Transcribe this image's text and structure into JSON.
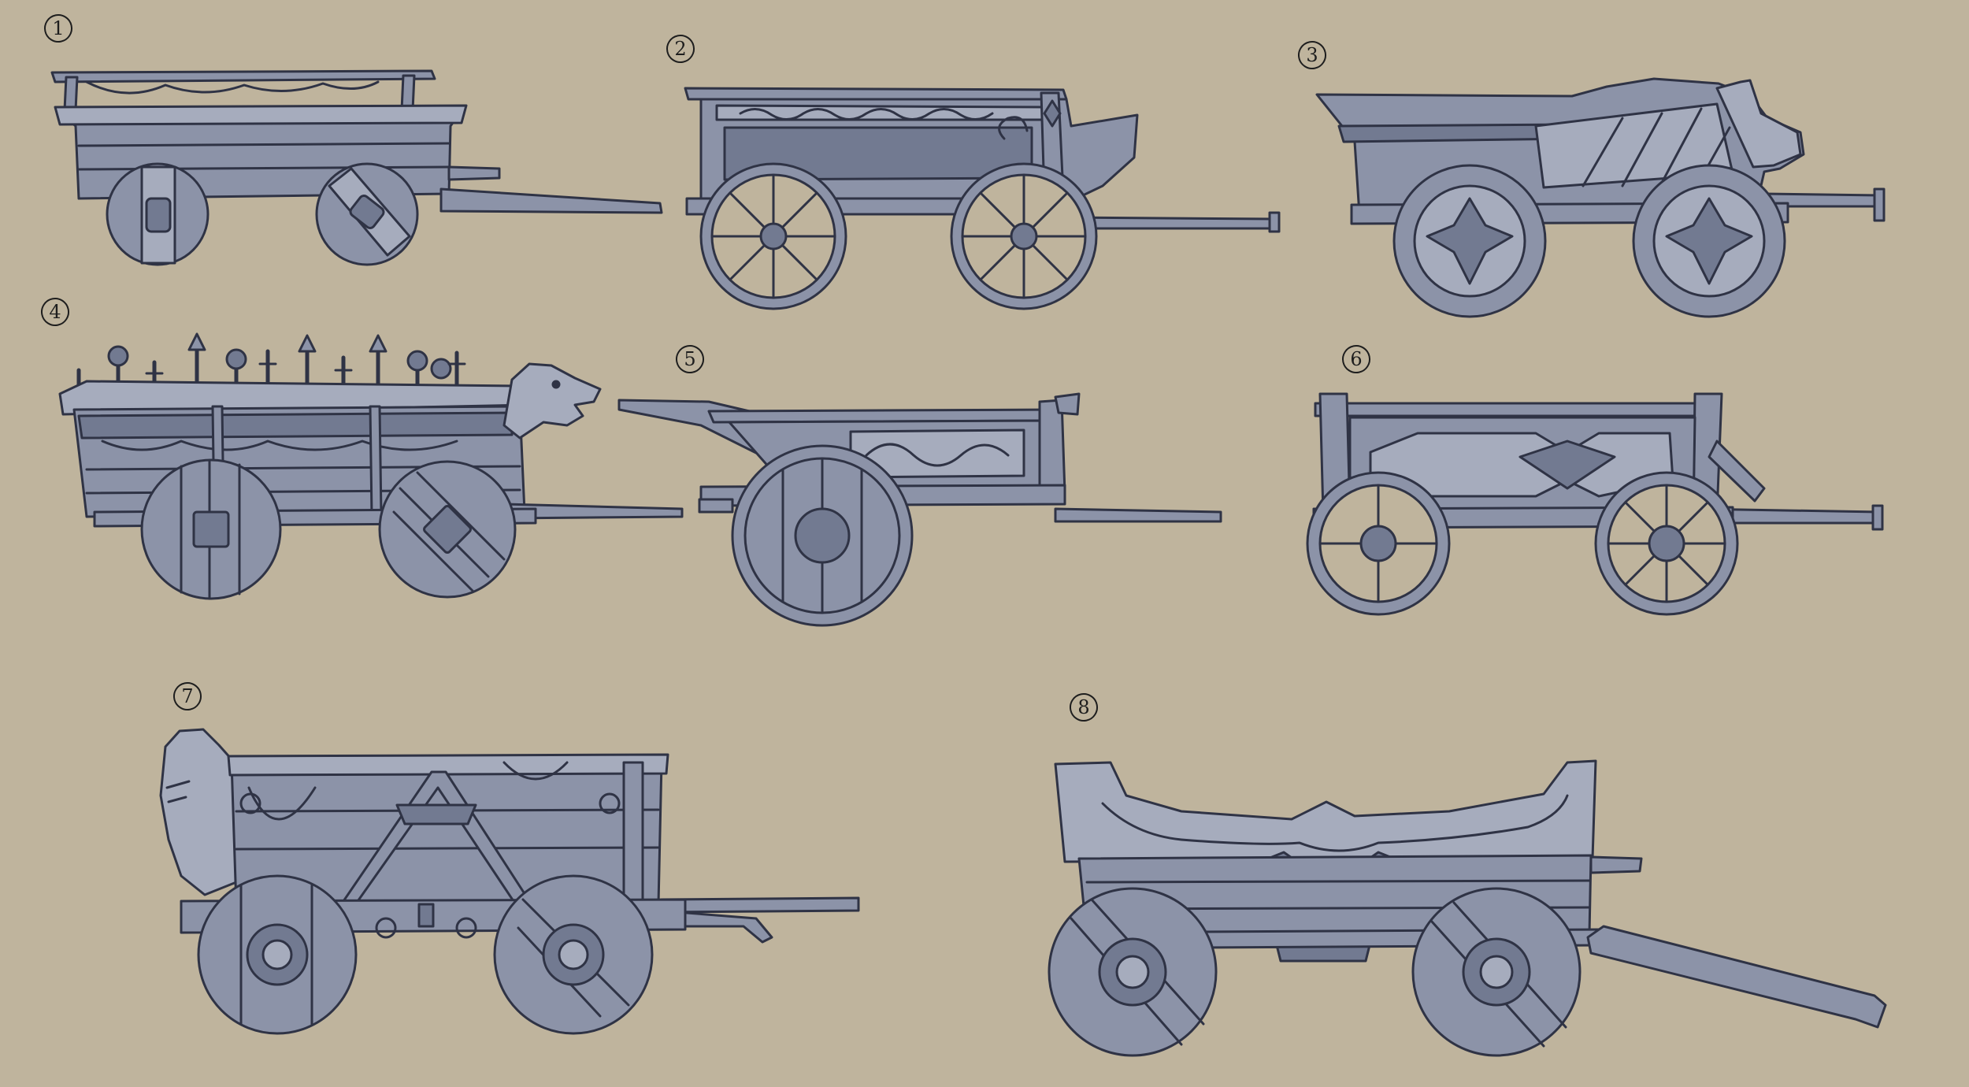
{
  "sheet": {
    "background": "#bfb49d",
    "line_color": "#2f3345",
    "fill_color": "#8c93a8",
    "fill_dark": "#727a91",
    "fill_light": "#a6acbd"
  },
  "labels": [
    {
      "number": "1"
    },
    {
      "number": "2"
    },
    {
      "number": "3"
    },
    {
      "number": "4"
    },
    {
      "number": "5"
    },
    {
      "number": "6"
    },
    {
      "number": "7"
    },
    {
      "number": "8"
    }
  ]
}
